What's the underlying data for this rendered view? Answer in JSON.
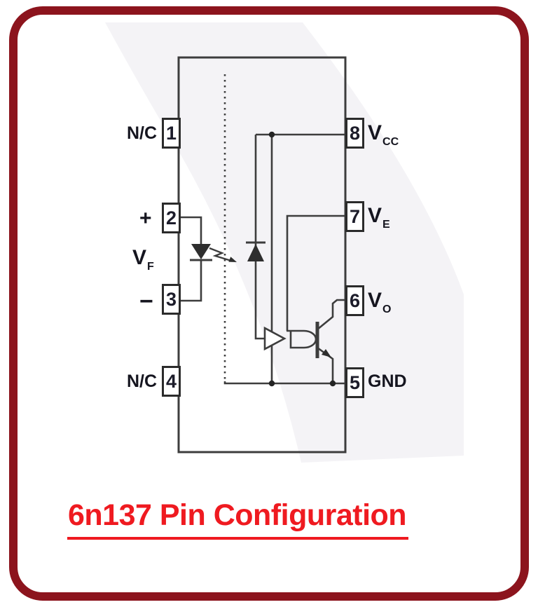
{
  "title": {
    "text": "6n137 Pin Configuration"
  },
  "colors": {
    "c-border": "#8C141D",
    "c-title": "#EF1A20",
    "c-stroke": "#3D3D3D",
    "c-text": "#15151F"
  },
  "chip": {
    "pins_left": [
      {
        "number": "1",
        "label": "N/C"
      },
      {
        "number": "2",
        "label": "+"
      },
      {
        "number": "3",
        "label": "−"
      },
      {
        "number": "4",
        "label": "N/C"
      }
    ],
    "pins_right": [
      {
        "number": "8",
        "label": "V",
        "sub": "CC"
      },
      {
        "number": "7",
        "label": "V",
        "sub": "E"
      },
      {
        "number": "6",
        "label": "V",
        "sub": "O"
      },
      {
        "number": "5",
        "label": "GND",
        "sub": ""
      }
    ],
    "forward_voltage": {
      "label": "V",
      "sub": "F"
    }
  }
}
